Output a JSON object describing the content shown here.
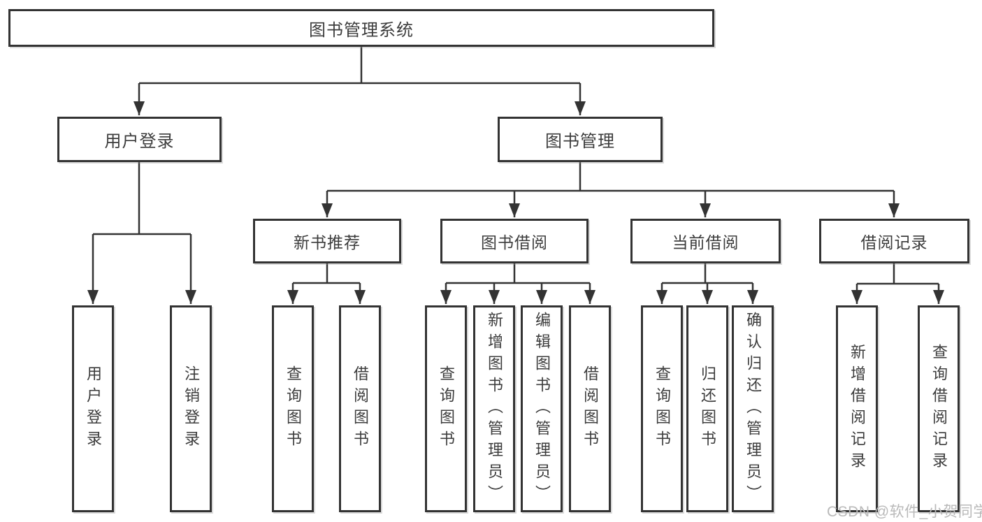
{
  "diagram_title": "图书管理系统",
  "tree": {
    "label": "图书管理系统",
    "children": [
      {
        "label": "用户登录",
        "children": [
          {
            "label": "用户登录"
          },
          {
            "label": "注销登录"
          }
        ]
      },
      {
        "label": "图书管理",
        "children": [
          {
            "label": "新书推荐",
            "children": [
              {
                "label": "查询图书"
              },
              {
                "label": "借阅图书"
              }
            ]
          },
          {
            "label": "图书借阅",
            "children": [
              {
                "label": "查询图书"
              },
              {
                "label": "新增图书（管理员）"
              },
              {
                "label": "编辑图书（管理员）"
              },
              {
                "label": "借阅图书"
              }
            ]
          },
          {
            "label": "当前借阅",
            "children": [
              {
                "label": "查询图书"
              },
              {
                "label": "归还图书"
              },
              {
                "label": "确认归还（管理员）"
              }
            ]
          },
          {
            "label": "借阅记录",
            "children": [
              {
                "label": "新增借阅记录"
              },
              {
                "label": "查询借阅记录"
              }
            ]
          }
        ]
      }
    ]
  },
  "watermark": {
    "text": "CSDN @软件_小贺同学",
    "color": "#b9b9b9"
  },
  "colors": {
    "line": "#333333",
    "box_border": "#333333",
    "box_background": "#ffffff",
    "text": "#3c3c3c",
    "page_background": "#ffffff"
  }
}
